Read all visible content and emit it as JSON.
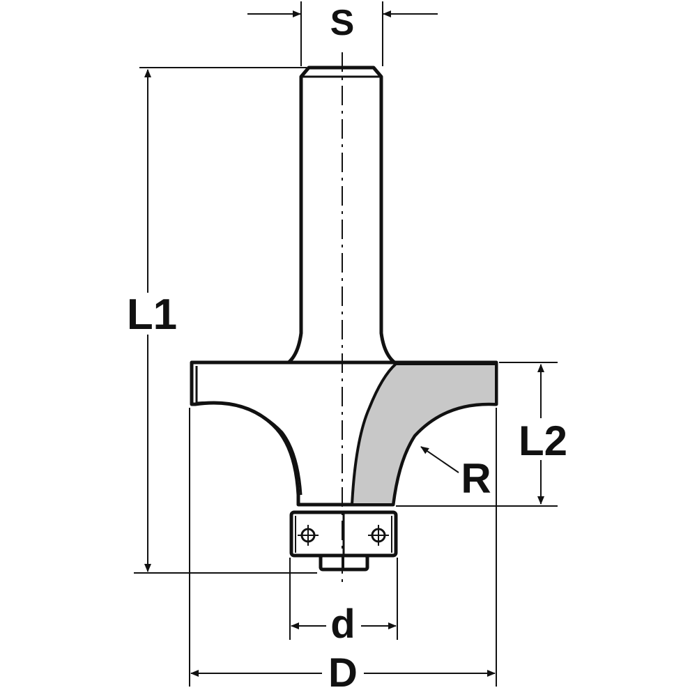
{
  "labels": {
    "S": "S",
    "L1": "L1",
    "L2": "L2",
    "R": "R",
    "d": "d",
    "D": "D"
  },
  "colors": {
    "line": "#111111",
    "cutter_face": "#c8c8c8",
    "background": "#ffffff"
  }
}
